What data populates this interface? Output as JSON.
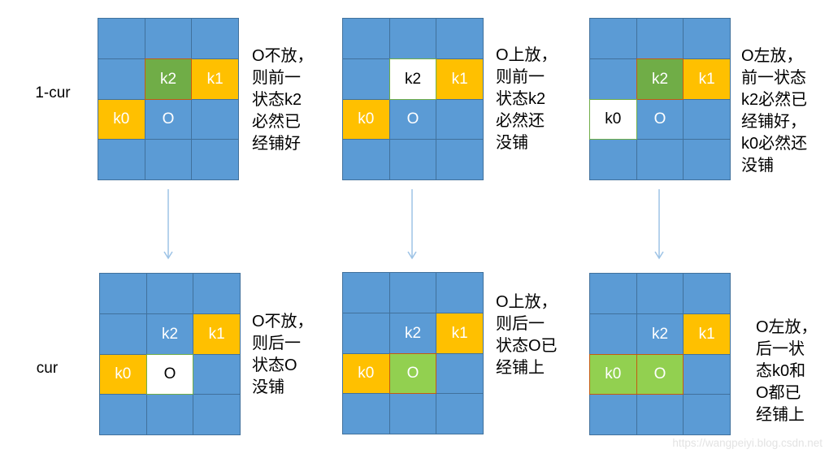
{
  "row_labels": {
    "prev": "1-cur",
    "cur": "cur"
  },
  "colors": {
    "cell_blue": "#5B9BD5",
    "grid_line_blue": "#41719C",
    "cell_orange": "#FFC000",
    "cell_green": "#70AD47",
    "cell_light_green": "#92D050",
    "cell_white": "#FFFFFF",
    "red_outline": "#C55A11",
    "green_outline": "#70AD47",
    "arrow_blue": "#9DC3E6"
  },
  "grids": [
    {
      "name": "prev-o-not-placed",
      "cells": [
        {
          "fill": "blue",
          "label": ""
        },
        {
          "fill": "blue",
          "label": ""
        },
        {
          "fill": "blue",
          "label": ""
        },
        {
          "fill": "blue",
          "label": ""
        },
        {
          "fill": "green",
          "label": "k2"
        },
        {
          "fill": "orange",
          "label": "k1"
        },
        {
          "fill": "orange",
          "label": "k0"
        },
        {
          "fill": "blue",
          "label": "O"
        },
        {
          "fill": "blue",
          "label": ""
        },
        {
          "fill": "blue",
          "label": ""
        },
        {
          "fill": "blue",
          "label": ""
        },
        {
          "fill": "blue",
          "label": ""
        }
      ]
    },
    {
      "name": "prev-o-up",
      "cells": [
        {
          "fill": "blue",
          "label": ""
        },
        {
          "fill": "blue",
          "label": ""
        },
        {
          "fill": "blue",
          "label": ""
        },
        {
          "fill": "blue",
          "label": ""
        },
        {
          "fill": "white",
          "label": "k2"
        },
        {
          "fill": "orange",
          "label": "k1"
        },
        {
          "fill": "orange",
          "label": "k0"
        },
        {
          "fill": "blue",
          "label": "O"
        },
        {
          "fill": "blue",
          "label": ""
        },
        {
          "fill": "blue",
          "label": ""
        },
        {
          "fill": "blue",
          "label": ""
        },
        {
          "fill": "blue",
          "label": ""
        }
      ]
    },
    {
      "name": "prev-o-left",
      "cells": [
        {
          "fill": "blue",
          "label": ""
        },
        {
          "fill": "blue",
          "label": ""
        },
        {
          "fill": "blue",
          "label": ""
        },
        {
          "fill": "blue",
          "label": ""
        },
        {
          "fill": "green",
          "label": "k2"
        },
        {
          "fill": "orange",
          "label": "k1"
        },
        {
          "fill": "white",
          "label": "k0"
        },
        {
          "fill": "blue",
          "label": "O"
        },
        {
          "fill": "blue",
          "label": ""
        },
        {
          "fill": "blue",
          "label": ""
        },
        {
          "fill": "blue",
          "label": ""
        },
        {
          "fill": "blue",
          "label": ""
        }
      ]
    },
    {
      "name": "cur-o-not-placed",
      "cells": [
        {
          "fill": "blue",
          "label": ""
        },
        {
          "fill": "blue",
          "label": ""
        },
        {
          "fill": "blue",
          "label": ""
        },
        {
          "fill": "blue",
          "label": ""
        },
        {
          "fill": "blue",
          "label": "k2"
        },
        {
          "fill": "orange",
          "label": "k1"
        },
        {
          "fill": "orange",
          "label": "k0"
        },
        {
          "fill": "white",
          "label": "O"
        },
        {
          "fill": "blue",
          "label": ""
        },
        {
          "fill": "blue",
          "label": ""
        },
        {
          "fill": "blue",
          "label": ""
        },
        {
          "fill": "blue",
          "label": ""
        }
      ]
    },
    {
      "name": "cur-o-up",
      "cells": [
        {
          "fill": "blue",
          "label": ""
        },
        {
          "fill": "blue",
          "label": ""
        },
        {
          "fill": "blue",
          "label": ""
        },
        {
          "fill": "blue",
          "label": ""
        },
        {
          "fill": "blue",
          "label": "k2"
        },
        {
          "fill": "orange",
          "label": "k1"
        },
        {
          "fill": "orange",
          "label": "k0"
        },
        {
          "fill": "lightgreen",
          "label": "O"
        },
        {
          "fill": "blue",
          "label": ""
        },
        {
          "fill": "blue",
          "label": ""
        },
        {
          "fill": "blue",
          "label": ""
        },
        {
          "fill": "blue",
          "label": ""
        }
      ]
    },
    {
      "name": "cur-o-left",
      "cells": [
        {
          "fill": "blue",
          "label": ""
        },
        {
          "fill": "blue",
          "label": ""
        },
        {
          "fill": "blue",
          "label": ""
        },
        {
          "fill": "blue",
          "label": ""
        },
        {
          "fill": "blue",
          "label": "k2"
        },
        {
          "fill": "orange",
          "label": "k1"
        },
        {
          "fill": "lightgreen",
          "label": "k0"
        },
        {
          "fill": "lightgreen",
          "label": "O"
        },
        {
          "fill": "blue",
          "label": ""
        },
        {
          "fill": "blue",
          "label": ""
        },
        {
          "fill": "blue",
          "label": ""
        },
        {
          "fill": "blue",
          "label": ""
        }
      ]
    }
  ],
  "annotations": [
    {
      "name": "note-prev-o-not-placed",
      "lines": [
        "O不放，",
        "则前一",
        "状态k2",
        "必然已",
        "经铺好"
      ]
    },
    {
      "name": "note-prev-o-up",
      "lines": [
        "O上放，",
        "则前一",
        "状态k2",
        "必然还",
        "没铺"
      ]
    },
    {
      "name": "note-prev-o-left",
      "lines": [
        "O左放，",
        "前一状态",
        "k2必然已",
        "经铺好，",
        "k0必然还",
        "没铺"
      ]
    },
    {
      "name": "note-cur-o-not-placed",
      "lines": [
        "O不放，",
        "则后一",
        "状态O",
        "没铺"
      ]
    },
    {
      "name": "note-cur-o-up",
      "lines": [
        "O上放，",
        "则后一",
        "状态O已",
        "经铺上"
      ]
    },
    {
      "name": "note-cur-o-left",
      "lines": [
        "O左放，",
        "后一状",
        "态k0和",
        "O都已",
        "经铺上"
      ]
    }
  ],
  "watermark": "https://wangpeiyi.blog.csdn.net"
}
